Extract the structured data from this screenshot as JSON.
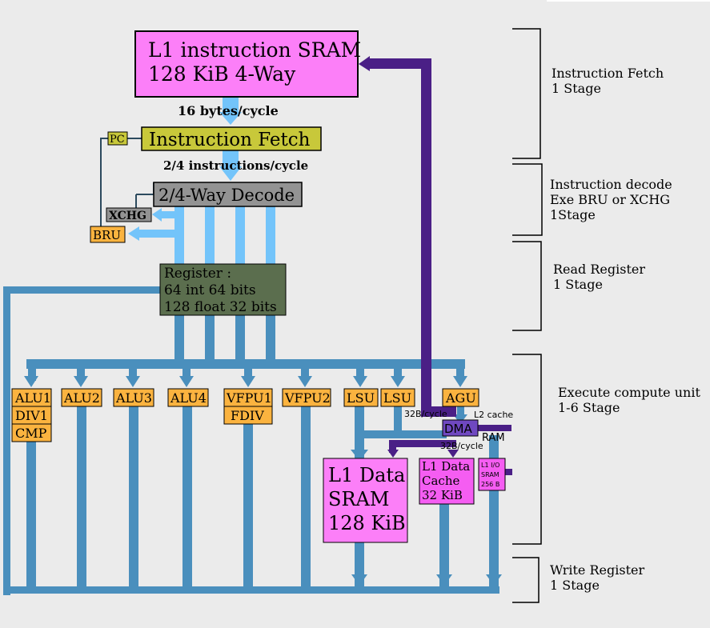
{
  "colors": {
    "background": "#ebebeb",
    "bus_blue": "#4a8fbd",
    "bus_light": "#73c4fa",
    "bus_purple": "#4a1f86",
    "sram_pink": "#fc7ff8",
    "cache_magenta": "#f55df2",
    "fetch_yellow": "#c8c83a",
    "decode_gray": "#939393",
    "register_green": "#5b6e4e",
    "unit_orange": "#fbb33f",
    "dma_purple": "#6f48c0"
  },
  "blocks": {
    "l1_instruction_sram": {
      "line1": "L1 instruction SRAM",
      "line2": "128 KiB 4-Way"
    },
    "instruction_fetch": "Instruction Fetch",
    "decode": "2/4-Way Decode",
    "pc": "PC",
    "xchg": "XCHG",
    "bru": "BRU",
    "register_file": {
      "line1": "Register :",
      "line2": "64 int 64 bits",
      "line3": "128 float 32 bits"
    },
    "l1_data_sram": {
      "line1": "L1 Data",
      "line2": "SRAM",
      "line3": "128 KiB"
    },
    "l1_data_cache": {
      "line1": "L1 Data",
      "line2": "Cache",
      "line3": "32 KiB"
    },
    "l1_io_sram": {
      "line1": "L1 I/O",
      "line2": "SRAM",
      "line3": "256 B"
    },
    "dma": "DMA"
  },
  "units": {
    "alu1": "ALU1",
    "div1": "DIV1",
    "cmp": "CMP",
    "alu2": "ALU2",
    "alu3": "ALU3",
    "alu4": "ALU4",
    "vfpu1": "VFPU1",
    "fdiv": "FDIV",
    "vfpu2": "VFPU2",
    "lsu1": "LSU",
    "lsu2": "LSU",
    "agu": "AGU"
  },
  "labels": {
    "bandwidth_fetch": "16 bytes/cycle",
    "bandwidth_decode": "2/4 instructions/cycle",
    "dma_in": "32B/cycle",
    "dma_out": "32B/cycle",
    "l2_cache": "L2 cache",
    "ram": "RAM"
  },
  "stages": [
    {
      "name": "Instruction Fetch",
      "detail": "1 Stage"
    },
    {
      "name": "Instruction decode",
      "detail": "Exe BRU or XCHG",
      "detail2": "1Stage"
    },
    {
      "name": "Read Register",
      "detail": "1 Stage"
    },
    {
      "name": "Execute compute unit",
      "detail": "1-6 Stage"
    },
    {
      "name": "Write Register",
      "detail": "1 Stage"
    }
  ]
}
